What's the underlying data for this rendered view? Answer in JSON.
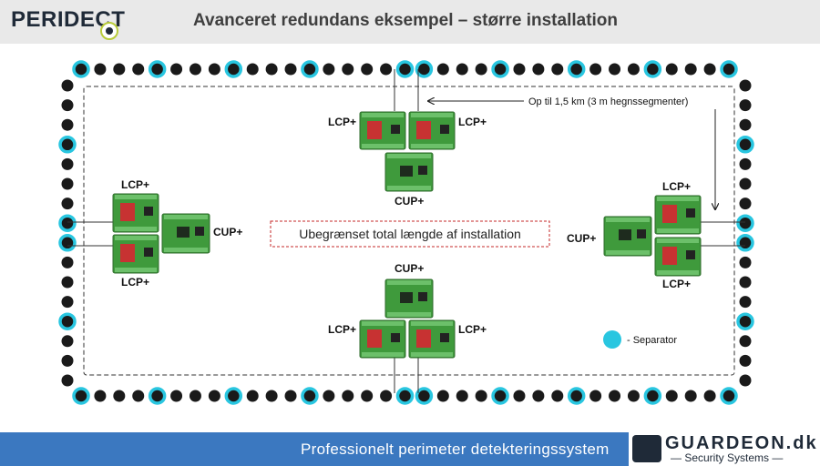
{
  "header": {
    "logo_text": "PERIDECT",
    "title": "Avanceret redundans eksempel – større installation"
  },
  "diagram": {
    "center_text": "Ubegrænset total længde af installation",
    "distance_note": "Op til 1,5 km (3 m hegnssegmenter)",
    "legend_text": "- Separator",
    "lcp_label": "LCP+",
    "cup_label": "CUP+",
    "colors": {
      "separator": "#29c6e0",
      "sensor": "#1a1a1a",
      "board_green": "#3f9a3c",
      "board_dark": "#2f6b2d",
      "relay_red": "#c73232"
    }
  },
  "footer": {
    "text": "Professionelt perimeter detekteringssystem",
    "brand_name": "GUARDEON.dk",
    "brand_sub": "— Security Systems —"
  }
}
